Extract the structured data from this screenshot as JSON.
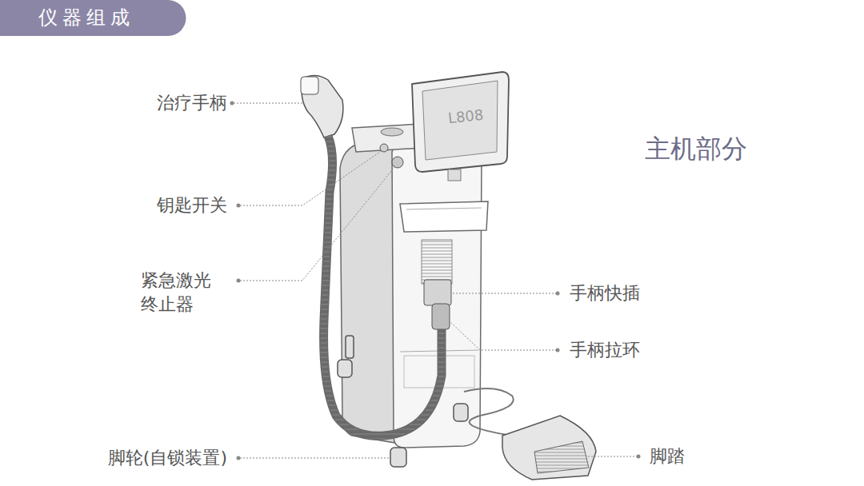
{
  "diagram": {
    "title": "仪器组成",
    "labels": [
      "治疗手柄",
      "钥匙开关",
      "紧急激光 终止器",
      "主机部分",
      "手柄快插",
      "手柄拉环",
      "脚轮(自锁装置)",
      "脚踏",
      "L808"
    ]
  }
}
